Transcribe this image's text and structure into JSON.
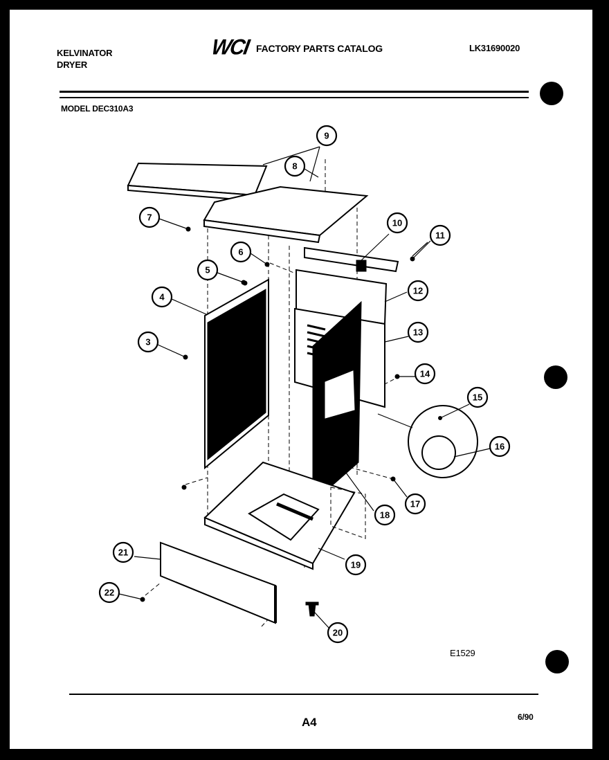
{
  "header": {
    "brand_line1": "KELVINATOR",
    "brand_line2": "DRYER",
    "logo": "WCI",
    "catalog_title": "FACTORY PARTS CATALOG",
    "catalog_number": "LK31690020"
  },
  "model": "MODEL DEC310A3",
  "diagram_code": "E1529",
  "footer": {
    "page": "A4",
    "date": "6/90"
  },
  "callouts": [
    "3",
    "4",
    "5",
    "6",
    "7",
    "8",
    "9",
    "10",
    "11",
    "12",
    "13",
    "14",
    "15",
    "16",
    "17",
    "18",
    "19",
    "20",
    "21",
    "22"
  ]
}
